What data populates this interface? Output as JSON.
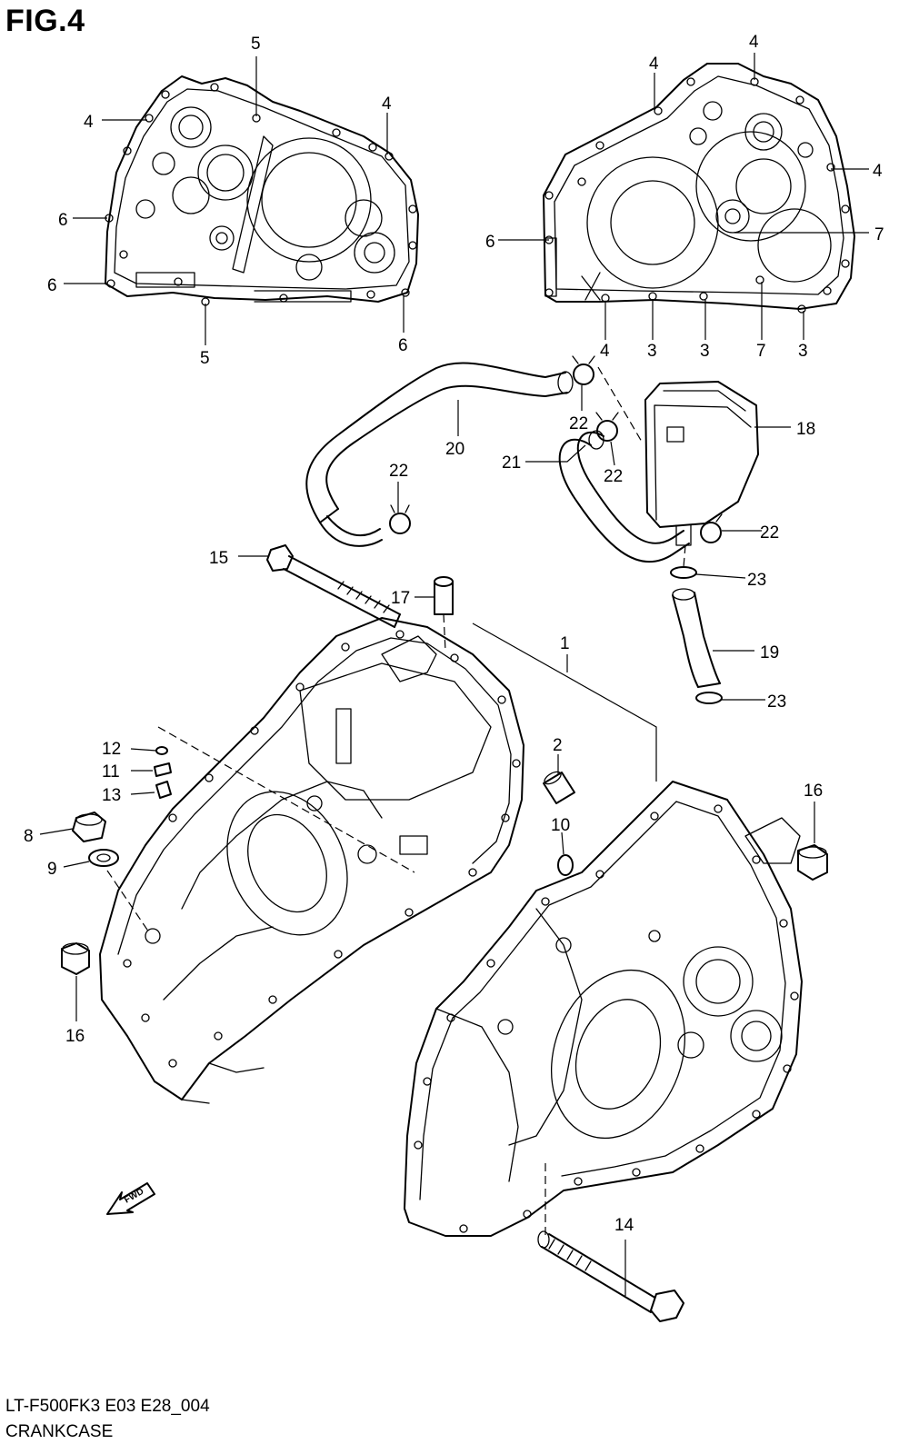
{
  "figure": {
    "title": "FIG.4"
  },
  "footer": {
    "model_code": "LT-F500FK3 E03 E28_004",
    "section_name": "CRANKCASE"
  },
  "fwd_arrow": {
    "label": "FWD"
  },
  "callouts": {
    "c1": "1",
    "c2": "2",
    "c3a": "3",
    "c3b": "3",
    "c3c": "3",
    "c4a": "4",
    "c4b": "4",
    "c4c": "4",
    "c4d": "4",
    "c4e": "4",
    "c4f": "4",
    "c5a": "5",
    "c5b": "5",
    "c6a": "6",
    "c6b": "6",
    "c6c": "6",
    "c6d": "6",
    "c7a": "7",
    "c7b": "7",
    "c8": "8",
    "c9": "9",
    "c10": "10",
    "c11": "11",
    "c12": "12",
    "c13": "13",
    "c14": "14",
    "c15": "15",
    "c16a": "16",
    "c16b": "16",
    "c17": "17",
    "c18": "18",
    "c19": "19",
    "c20": "20",
    "c21": "21",
    "c22a": "22",
    "c22b": "22",
    "c22c": "22",
    "c22d": "22",
    "c23a": "23",
    "c23b": "23"
  }
}
